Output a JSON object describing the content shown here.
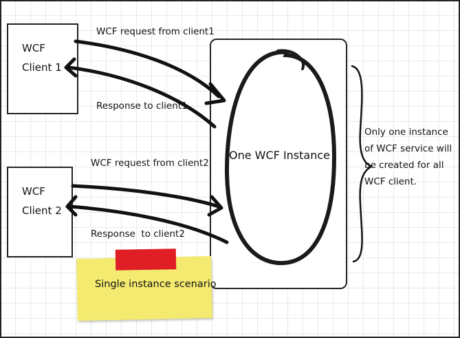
{
  "clients": [
    {
      "label": "WCF\nClient 1"
    },
    {
      "label": "WCF\nClient 2"
    }
  ],
  "service": {
    "label": "One WCF Instance"
  },
  "arrows": [
    {
      "label": "WCF request from client1"
    },
    {
      "label": "Response to client1"
    },
    {
      "label": "WCF request from client2"
    },
    {
      "label": "Response  to client2"
    }
  ],
  "note": {
    "text": "Only one instance of WCF service will be created for all WCF client."
  },
  "sticky": {
    "label": "Single instance scenario"
  },
  "colors": {
    "ink": "#111111",
    "sticky": "#f3ea6f",
    "tape": "#e01e26",
    "grid": "#e9e9e9"
  }
}
